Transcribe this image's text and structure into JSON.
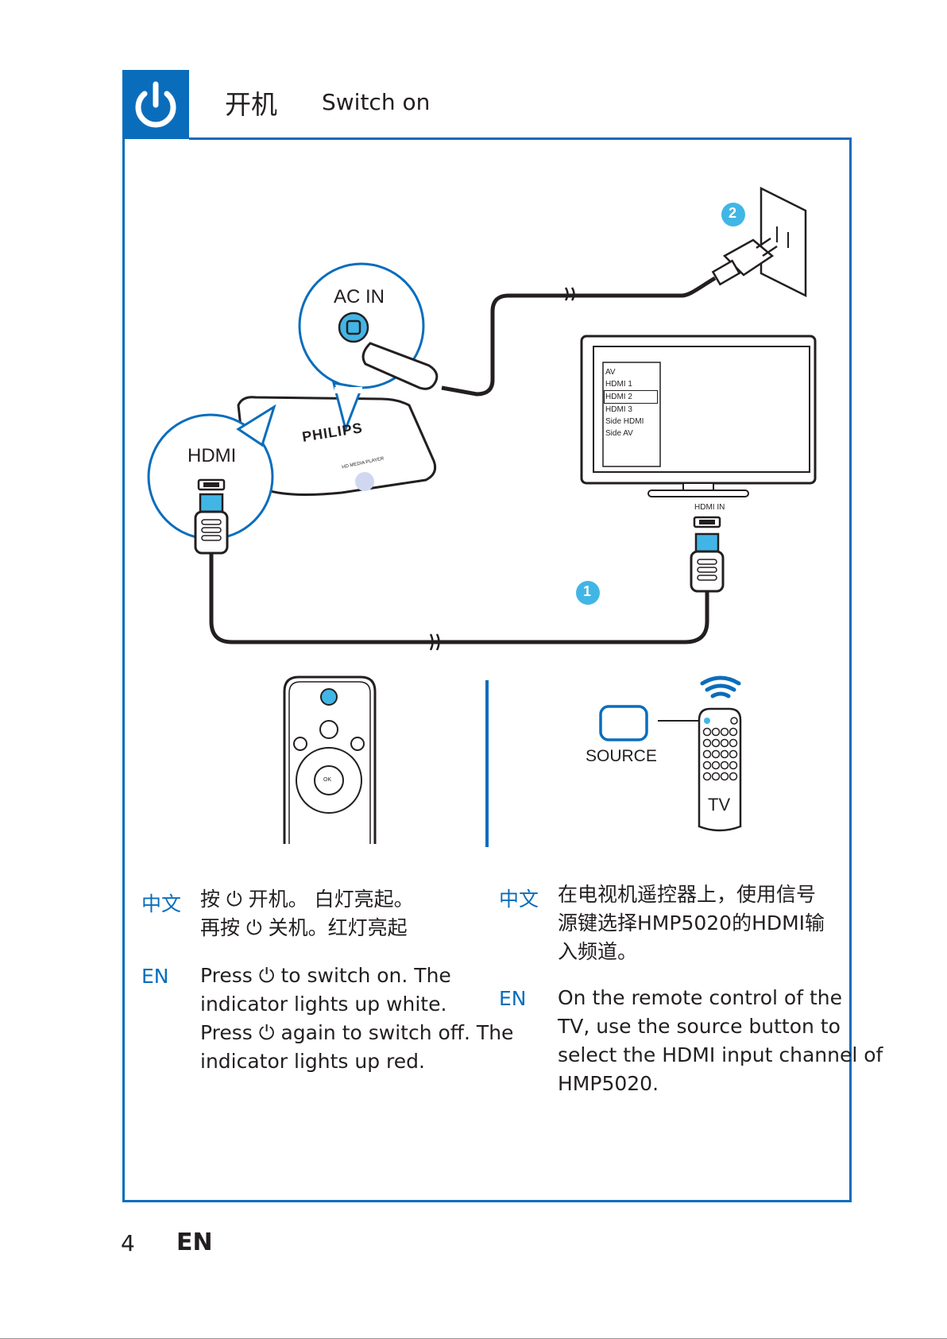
{
  "header": {
    "title_cn": "开机",
    "title_en": "Switch on",
    "icon": "power-icon"
  },
  "diagram": {
    "ac_in": "AC IN",
    "hdmi": "HDMI",
    "brand": "PHILIPS",
    "device_label": "HD MEDIA PLAYER",
    "hdmi_in": "HDMI IN",
    "step1": "1",
    "step2": "2",
    "tv_menu": [
      "AV",
      "HDMI 1",
      "HDMI 2",
      "HDMI 3",
      "Side HDMI",
      "Side AV"
    ],
    "tv_menu_selected": "HDMI 2",
    "remote_ok": "OK",
    "source": "SOURCE",
    "tv": "TV"
  },
  "left": {
    "cn_tag": "中文",
    "cn_line1": "按 ⏻ 开机。 白灯亮起。",
    "cn_line2": "再按 ⏻ 关机。红灯亮起",
    "en_tag": "EN",
    "en_line1": "Press ⏻ to switch on. The",
    "en_line2": "indicator lights up white.",
    "en_line3": "Press ⏻ again to switch off. The",
    "en_line4": "indicator lights up red."
  },
  "right": {
    "cn_tag": "中文",
    "cn_line1": "在电视机遥控器上，使用信号",
    "cn_line2": "源键选择HMP5020的HDMI输",
    "cn_line3": "入频道。",
    "en_tag": "EN",
    "en_line1": "On the remote control of the",
    "en_line2": "TV, use the source button to",
    "en_line3": "select the HDMI input channel of",
    "en_line4": "HMP5020."
  },
  "footer": {
    "page_number": "4",
    "language": "EN"
  },
  "colors": {
    "brand_blue": "#0a6dbc",
    "highlight_blue": "#41b6e6",
    "ink": "#231f20"
  }
}
